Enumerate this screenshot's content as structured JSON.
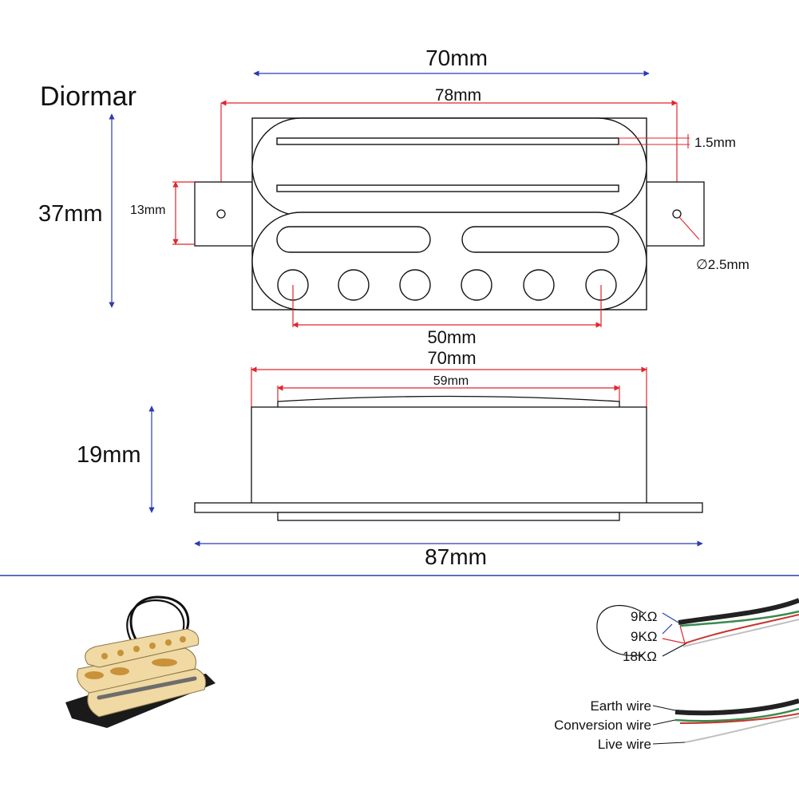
{
  "brand": {
    "name": "Diormar"
  },
  "dimensions": {
    "top_width": "70mm",
    "overall_width": "78mm",
    "blade_gap": "1.5mm",
    "height": "37mm",
    "mount_tab": "13mm",
    "hole_diameter": "∅2.5mm",
    "pole_spacing": "50mm",
    "side_width": "70mm",
    "side_inner_width": "59mm",
    "side_height": "19mm",
    "base_width": "87mm"
  },
  "wiring_top": {
    "labels": [
      "9KΩ",
      "9KΩ",
      "18KΩ"
    ]
  },
  "wiring_bottom": {
    "labels": [
      "Earth wire",
      "Conversion wire",
      "Live wire"
    ]
  },
  "colors": {
    "dimension_red": "#e1262d",
    "dimension_blue": "#2b3bb3",
    "outline": "#111111",
    "pickup_cream": "#f0d9a2",
    "pickup_gold": "#c9913a",
    "wire_green": "#3a8a4e",
    "wire_red": "#c8342c"
  }
}
